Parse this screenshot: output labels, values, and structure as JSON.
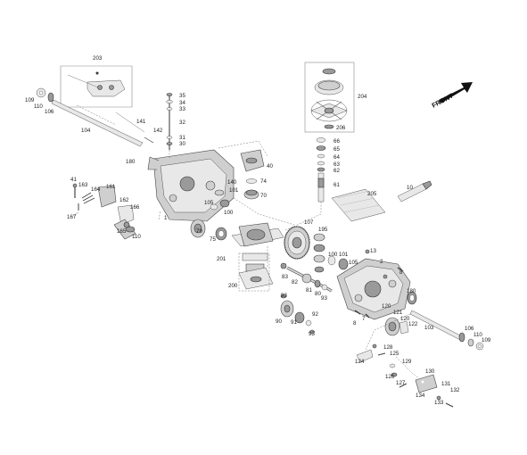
{
  "front_label": "FRONT",
  "callouts": {
    "c203": "203",
    "c109a": "109",
    "c110a": "110",
    "c106a": "106",
    "c104": "104",
    "c141": "141",
    "c142": "142",
    "c180a": "180",
    "c35": "35",
    "c34": "34",
    "c33": "33",
    "c32": "32",
    "c31": "31",
    "c30": "30",
    "c204": "204",
    "c66": "66",
    "c65": "65",
    "c64": "64",
    "c63": "63",
    "c62": "62",
    "c61": "61",
    "c206": "206",
    "c40": "40",
    "c74": "74",
    "c70": "70",
    "c140": "140",
    "c101a": "101",
    "c105a": "105",
    "c100a": "100",
    "c1": "1",
    "c41": "41",
    "c163": "163",
    "c164": "164",
    "c161": "161",
    "c162": "162",
    "c166": "166",
    "c167": "167",
    "c165": "165",
    "c110b": "110",
    "c205": "205",
    "c10": "10",
    "c107": "107",
    "c79": "79",
    "c75": "75",
    "c195": "195",
    "c13": "13",
    "c2": "2",
    "c8a": "8",
    "c201": "201",
    "c100b": "100",
    "c101b": "101",
    "c105b": "105",
    "c83": "83",
    "c82": "82",
    "c200": "200",
    "c81": "81",
    "c80": "80",
    "c93a": "93",
    "c93b": "93",
    "c180b": "180",
    "c120": "120",
    "c121": "121",
    "c120b": "120",
    "c122": "122",
    "c103": "103",
    "c90": "90",
    "c91": "91",
    "c92": "92",
    "c93c": "93",
    "c8b": "8",
    "c7": "7",
    "c106b": "106",
    "c110c": "110",
    "c109b": "109",
    "c128": "128",
    "c125": "125",
    "c124": "124",
    "c129": "129",
    "c126": "126",
    "c127": "127",
    "c130": "130",
    "c131": "131",
    "c132": "132",
    "c134": "134",
    "c133": "133"
  }
}
